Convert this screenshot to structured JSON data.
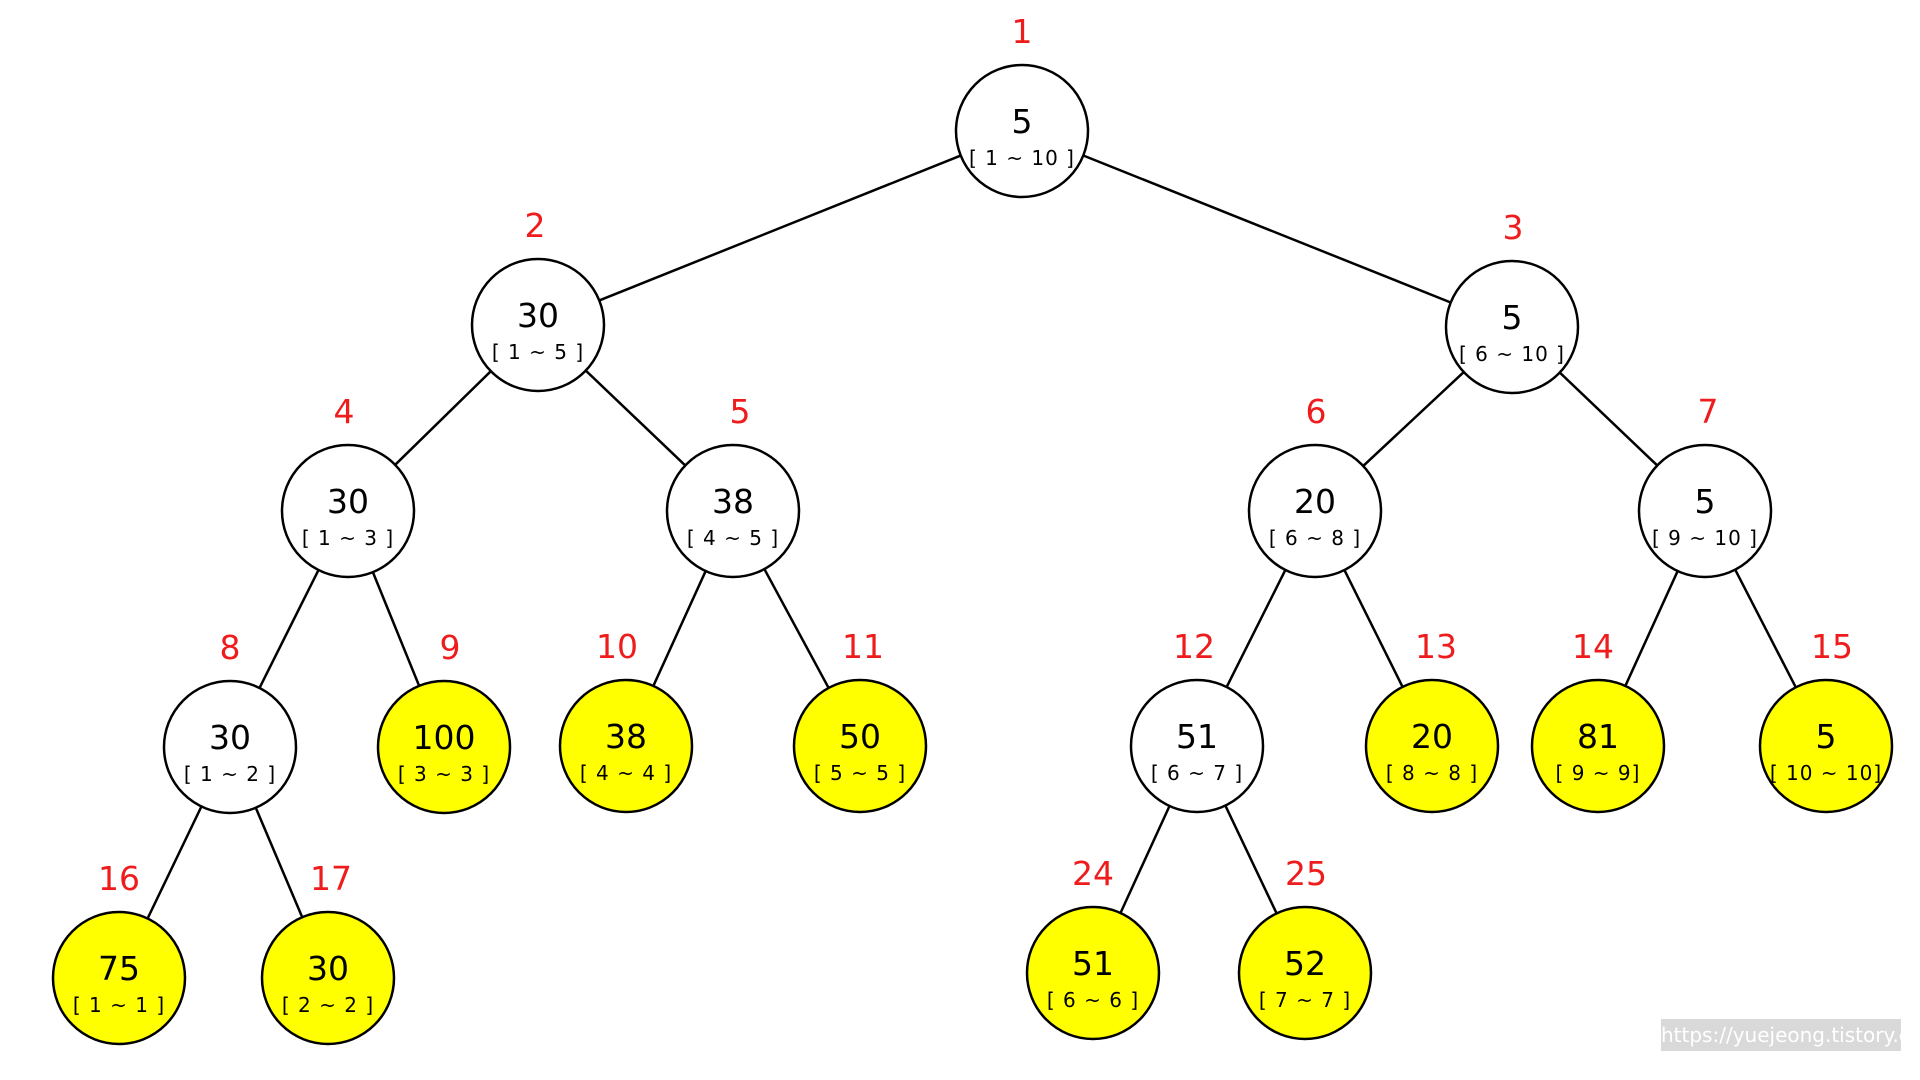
{
  "tree": {
    "index_color": "#ee1c1c",
    "leaf_fill": "#ffff00",
    "inner_fill": "#ffffff",
    "nodes": [
      {
        "index": "1",
        "value": "5",
        "range": "[ 1 ~ 10 ]",
        "leaf": false
      },
      {
        "index": "2",
        "value": "30",
        "range": "[ 1 ~ 5 ]",
        "leaf": false
      },
      {
        "index": "3",
        "value": "5",
        "range": "[ 6 ~ 10 ]",
        "leaf": false
      },
      {
        "index": "4",
        "value": "30",
        "range": "[ 1 ~ 3 ]",
        "leaf": false
      },
      {
        "index": "5",
        "value": "38",
        "range": "[ 4 ~ 5 ]",
        "leaf": false
      },
      {
        "index": "6",
        "value": "20",
        "range": "[ 6 ~ 8 ]",
        "leaf": false
      },
      {
        "index": "7",
        "value": "5",
        "range": "[ 9 ~ 10 ]",
        "leaf": false
      },
      {
        "index": "8",
        "value": "30",
        "range": "[ 1 ~ 2 ]",
        "leaf": false
      },
      {
        "index": "9",
        "value": "100",
        "range": "[ 3 ~ 3 ]",
        "leaf": true
      },
      {
        "index": "10",
        "value": "38",
        "range": "[ 4 ~ 4 ]",
        "leaf": true
      },
      {
        "index": "11",
        "value": "50",
        "range": "[ 5 ~ 5 ]",
        "leaf": true
      },
      {
        "index": "12",
        "value": "51",
        "range": "[ 6 ~ 7 ]",
        "leaf": false
      },
      {
        "index": "13",
        "value": "20",
        "range": "[ 8 ~ 8 ]",
        "leaf": true
      },
      {
        "index": "14",
        "value": "81",
        "range": "[ 9 ~ 9]",
        "leaf": true
      },
      {
        "index": "15",
        "value": "5",
        "range": "[ 10 ~ 10]",
        "leaf": true
      },
      {
        "index": "16",
        "value": "75",
        "range": "[ 1 ~ 1 ]",
        "leaf": true
      },
      {
        "index": "17",
        "value": "30",
        "range": "[ 2 ~ 2 ]",
        "leaf": true
      },
      {
        "index": "24",
        "value": "51",
        "range": "[ 6 ~ 6 ]",
        "leaf": true
      },
      {
        "index": "25",
        "value": "52",
        "range": "[ 7 ~ 7 ]",
        "leaf": true
      }
    ],
    "edges": [
      [
        "1",
        "2"
      ],
      [
        "1",
        "3"
      ],
      [
        "2",
        "4"
      ],
      [
        "2",
        "5"
      ],
      [
        "3",
        "6"
      ],
      [
        "3",
        "7"
      ],
      [
        "4",
        "8"
      ],
      [
        "4",
        "9"
      ],
      [
        "5",
        "10"
      ],
      [
        "5",
        "11"
      ],
      [
        "6",
        "12"
      ],
      [
        "6",
        "13"
      ],
      [
        "7",
        "14"
      ],
      [
        "7",
        "15"
      ],
      [
        "8",
        "16"
      ],
      [
        "8",
        "17"
      ],
      [
        "12",
        "24"
      ],
      [
        "12",
        "25"
      ]
    ]
  },
  "watermark": "https://yuejeong.tistory.com"
}
